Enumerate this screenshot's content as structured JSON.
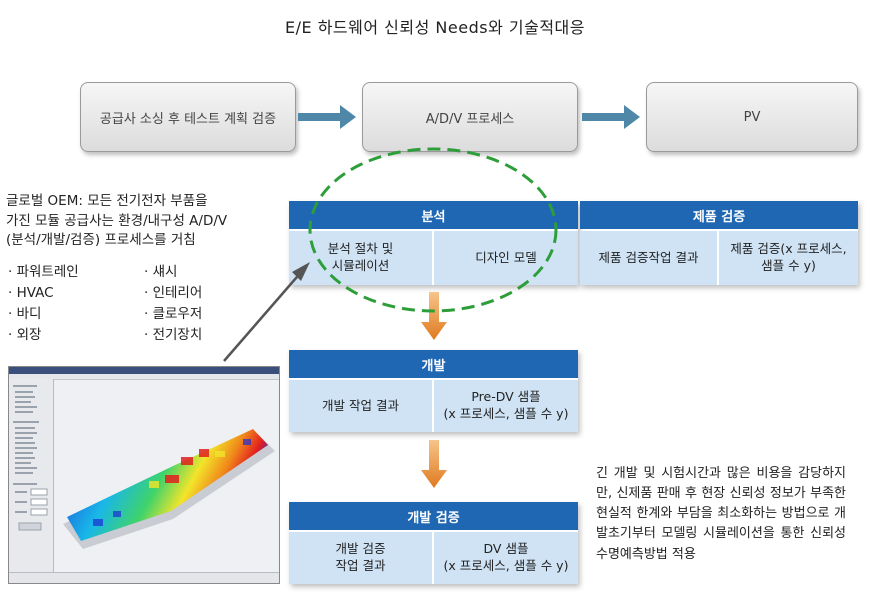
{
  "title": "E/E 하드웨어 신뢰성 Needs와 기술적대응",
  "process": {
    "step1": "공급사 소싱 후 테스트 계획 검증",
    "step2": "A/D/V 프로세스",
    "step3": "PV"
  },
  "analysis": {
    "header": "분석",
    "cell1": "분석 절차 및\n시뮬레이션",
    "cell2": "디자인 모델"
  },
  "product_verification": {
    "header": "제품 검증",
    "cell1": "제품 검증작업 결과",
    "cell2": "제품 검증(x 프로세스,\n샘플 수 y)"
  },
  "development": {
    "header": "개발",
    "cell1": "개발 작업 결과",
    "cell2": "Pre-DV 샘플\n(x 프로세스, 샘플 수 y)"
  },
  "dev_verification": {
    "header": "개발 검증",
    "cell1": "개발 검증\n작업 결과",
    "cell2": "DV 샘플\n(x 프로세스, 샘플 수 y)"
  },
  "intro": "글로벌 OEM: 모든 전기전자 부품을\n가진 모듈 공급사는 환경/내구성 A/D/V\n(분석/개발/검증) 프로세스를 거침",
  "bullets_left": [
    "· 파워트레인",
    "· HVAC",
    "· 바디",
    "· 외장"
  ],
  "bullets_right": [
    "· 섀시",
    "· 인테리어",
    "· 클로우저",
    "· 전기장치"
  ],
  "note": "긴 개발 및 시험시간과 많은 비용을 감당하지만, 신제품 판매 후 현장 신뢰성 정보가 부족한 현실적 한계와 부담을 최소화하는 방법으로 개발초기부터 모델링 시뮬레이션을 통한 신뢰성 수명예측방법 적용",
  "colors": {
    "header_blue": "#1f67b2",
    "cell_blue": "#cfe3f5",
    "process_arrow": "#4f87a8",
    "flow_arrow": "#e8913a",
    "dashed_ellipse": "#2e9e3a"
  },
  "icons": {
    "process_arrow": "right-arrow-icon",
    "flow_arrow": "down-arrow-icon"
  }
}
